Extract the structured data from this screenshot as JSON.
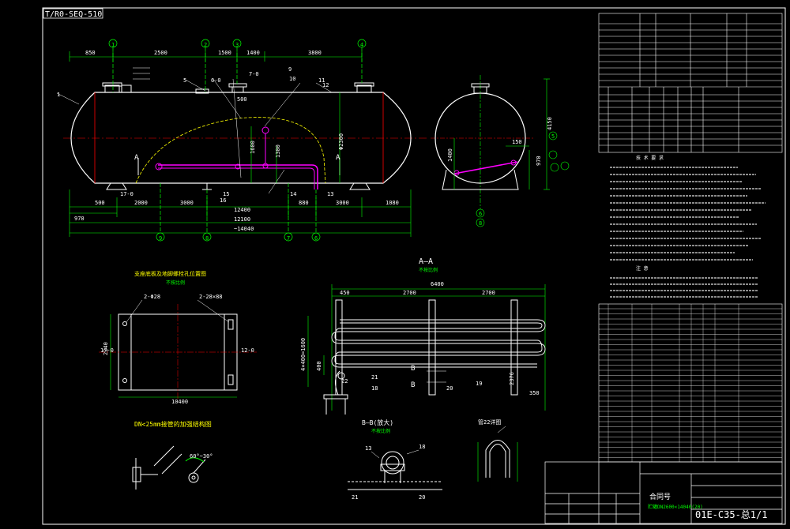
{
  "drawing": {
    "code": "T/R0-SEQ-510",
    "drawing_number": "01E-C35-总1/1",
    "title_block_main": "合同号",
    "title_block_sub": "贮罐DN2600×14040(20)"
  },
  "main_view": {
    "dims_top": [
      "850",
      "2500",
      "1500",
      "1400",
      "3800"
    ],
    "dims_bottom": [
      "500",
      "2000",
      "3000",
      "880",
      "3000",
      "1080"
    ],
    "dim_12100": "12100",
    "dim_12400": "12400",
    "dim_14040": "14040",
    "dim_970": "970",
    "dim_1600": "1600",
    "dim_1300": "1300",
    "dim_500": "500",
    "dim_2300": "Φ2300",
    "section_mark": "A",
    "part_labels": [
      "1",
      "2",
      "3",
      "4",
      "5",
      "6-0",
      "7-0",
      "9",
      "10",
      "11",
      "12",
      "13",
      "14",
      "15",
      "16",
      "17-0"
    ],
    "circle_labels": [
      "1",
      "2",
      "3",
      "4",
      "6",
      "7",
      "8",
      "9"
    ]
  },
  "end_view": {
    "dim_4150": "4150",
    "dim_1400": "1400",
    "dim_150": "150",
    "dim_970": "970",
    "circle_labels": [
      "5",
      "6",
      "8"
    ]
  },
  "detail_support": {
    "title": "支座底板及地脚螺栓孔位置图",
    "subtitle": "不按比例",
    "hole1": "2-Φ28",
    "hole2": "2-28×88",
    "label_17": "17-0",
    "label_12": "12-0",
    "dim_1040": "10400",
    "dim_2240": "2240"
  },
  "detail_weld": {
    "title": "DN<25mm接管的加强结构图",
    "angle": "60°~30°"
  },
  "section_aa": {
    "title": "A—A",
    "subtitle": "不按比例",
    "dim_total": "6400",
    "dims": [
      "450",
      "2700",
      "2700"
    ],
    "dim_left": "4×400=1600",
    "dim_400": "400",
    "dim_350": "350",
    "dim_2376": "2376",
    "labels": [
      "18",
      "19",
      "20",
      "21",
      "22"
    ],
    "b_mark": "B"
  },
  "section_bb": {
    "title": "B—B(放大)",
    "subtitle": "不按比例",
    "labels": [
      "13",
      "18",
      "21",
      "20"
    ]
  },
  "detail_u": {
    "title": "管22详图"
  },
  "tech_notes": {
    "title1": "技 术 要 求",
    "title2": "注 意"
  },
  "colors": {
    "frame": "#ffffff",
    "vessel": "#ffffff",
    "center": "#ff0000",
    "dim": "#00ff00",
    "text": "#ffff00",
    "aux": "#00ffff",
    "curve": "#ffff00",
    "pipe": "#ff00ff"
  }
}
